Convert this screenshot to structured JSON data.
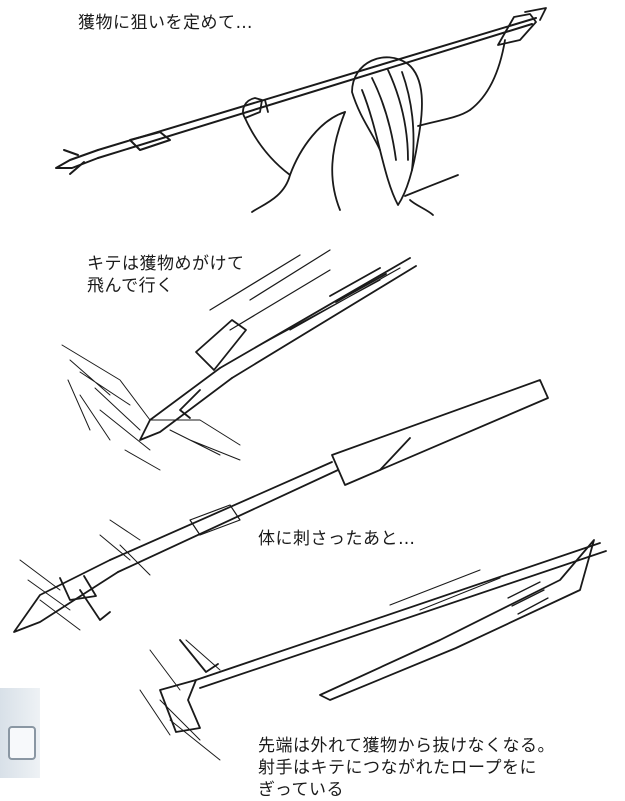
{
  "captions": {
    "aim": "獲物に狙いを定めて…",
    "flight": "キテは獲物めがけて\n飛んで行く",
    "pierce": "体に刺さったあと…",
    "detach": "先端は外れて獲物から抜けなくなる。\n射手はキテにつながれたロープをに\nぎっている"
  }
}
